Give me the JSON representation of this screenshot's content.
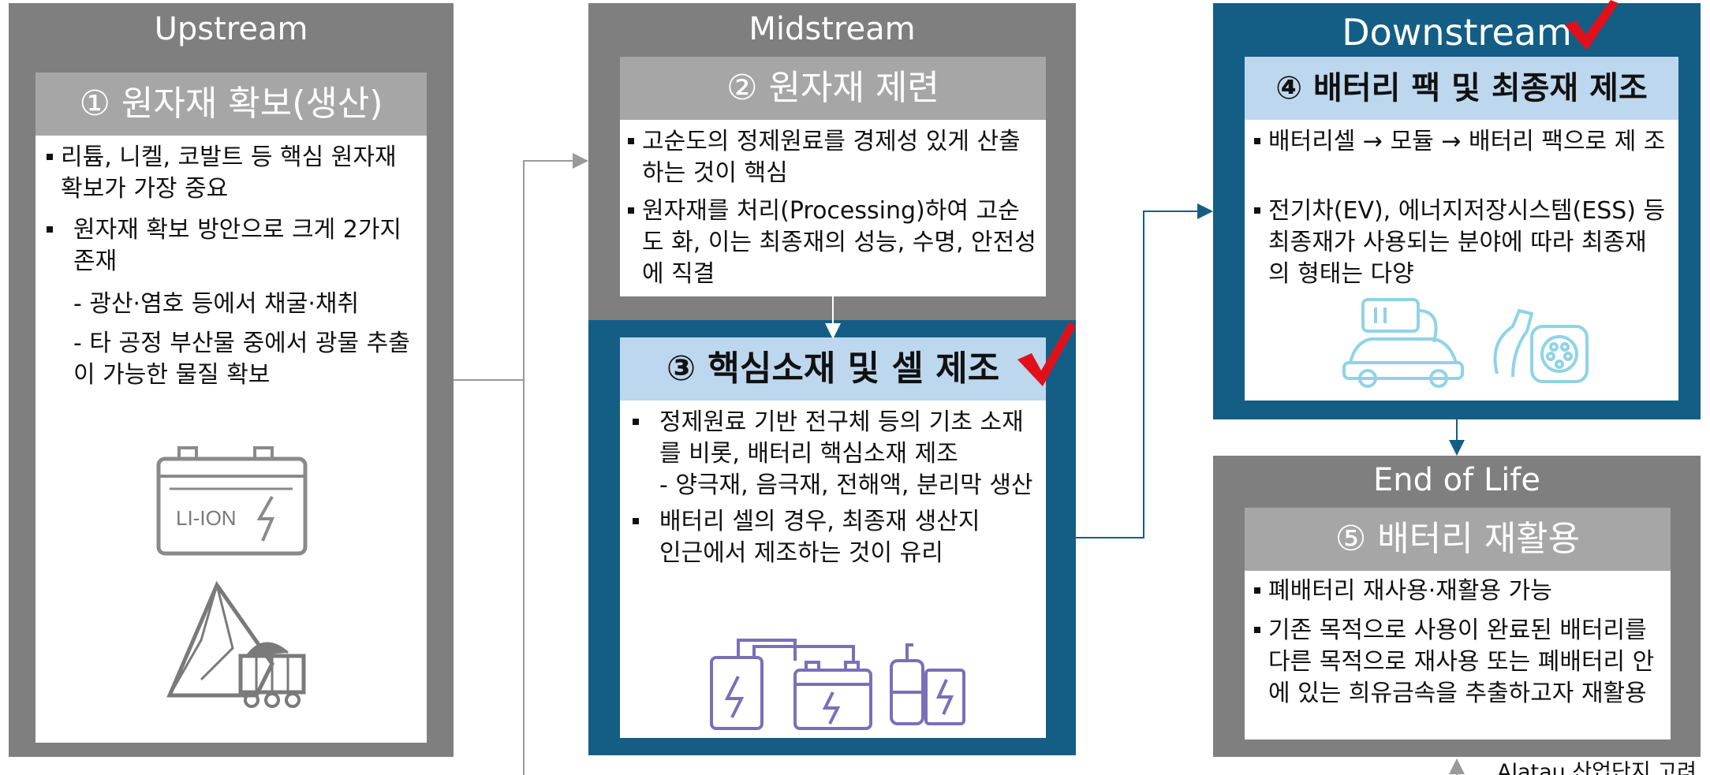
{
  "upstream": {
    "title": "Upstream",
    "subhead": "① 원자재 확보(생산)",
    "b1": "리튬, 니켈, 코발트 등 핵심 원자재 확보가 가장 중요",
    "b2": "원자재 확보 방안으로 크게 2가지 존재",
    "b2a": "- 광산·염호 등에서 채굴·채취",
    "b2b": "- 타 공정 부산물 중에서 광물 추출 이 가능한 물질 확보",
    "battery_label": "LI-ION"
  },
  "midstream": {
    "title": "Midstream",
    "subhead": "② 원자재 제련",
    "b1": "고순도의 정제원료를 경제성 있게 산출 하는 것이 핵심",
    "b2": "원자재를 처리(Processing)하여 고순도 화, 이는 최종재의 성능, 수명, 안전성에 직결"
  },
  "core": {
    "subhead": "③ 핵심소재 및 셀 제조",
    "b1": "정제원료 기반 전구체 등의 기초 소재 를 비롯, 배터리 핵심소재 제조",
    "b1a": "- 양극재, 음극재, 전해액, 분리막 생산",
    "b2": "배터리 셀의 경우, 최종재 생산지 인근에서 제조하는 것이 유리"
  },
  "downstream": {
    "title": "Downstream",
    "subhead": "④ 배터리 팩 및 최종재 제조",
    "b1": "배터리셀 → 모듈 → 배터리 팩으로 제 조",
    "b2": "전기차(EV), 에너지저장시스템(ESS) 등 최종재가 사용되는 분야에 따라 최종재 의 형태는 다양"
  },
  "eol": {
    "title": "End of Life",
    "subhead": "⑤ 배터리 재활용",
    "b1": "폐배터리 재사용·재활용 가능",
    "b2": "기존 목적으로 사용이 완료된 배터리를 다른 목적으로 재사용 또는 폐배터리 안 에 있는 희유금속을 추출하고자 재활용"
  },
  "footer_text": "Alatau 산업단지 고려 "
}
